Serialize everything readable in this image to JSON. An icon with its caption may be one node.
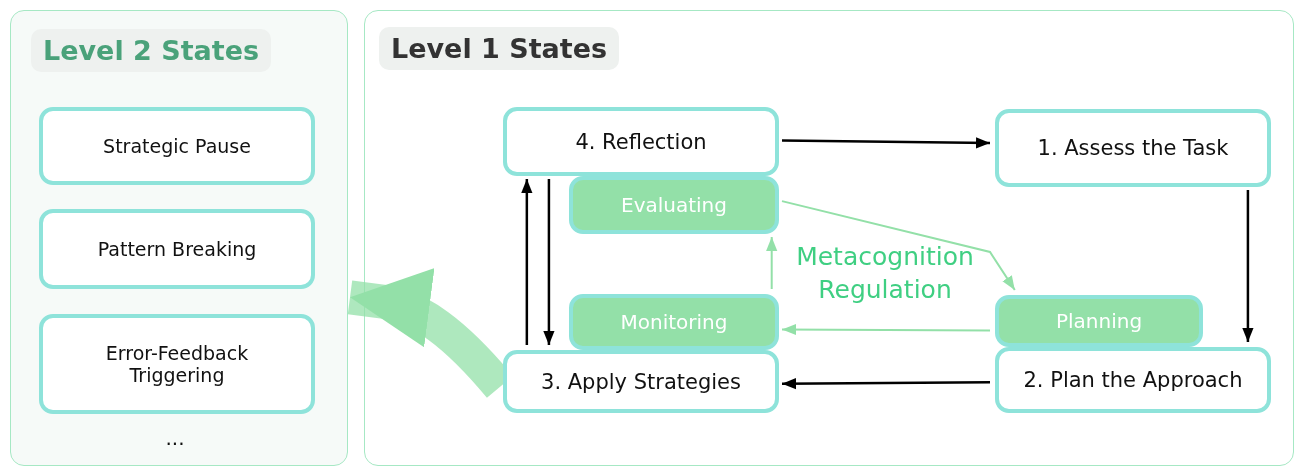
{
  "diagram": {
    "nodes": [
      {
        "text": [
          "Level 2 States"
        ]
      },
      {
        "text": [
          "Strategic Pause"
        ],
        "in": 0
      },
      {
        "text": [
          "Pattern Breaking"
        ],
        "in": 0
      },
      {
        "text": [
          "Error-Feedback Triggering"
        ],
        "in": 0
      },
      {
        "text": [
          "Level 1 States"
        ]
      },
      {
        "text": [
          "4. Reflection"
        ],
        "in": 4
      },
      {
        "text": [
          "Evaluating"
        ],
        "in": 4
      },
      {
        "text": [
          "1. Assess the Task"
        ],
        "in": 4
      },
      {
        "text": [
          "Planning"
        ],
        "in": 4
      },
      {
        "text": [
          "2. Plan the Approach"
        ],
        "in": 4
      },
      {
        "text": [
          "Monitoring"
        ],
        "in": 4
      },
      {
        "text": [
          "3. Apply Strategies"
        ],
        "in": 4
      }
    ],
    "edges": [
      {
        "from": 5,
        "to": 7,
        "arrow": "to"
      },
      {
        "from": 7,
        "to": 9,
        "arrow": "to"
      },
      {
        "from": 9,
        "to": 11,
        "arrow": "to"
      },
      {
        "from": 11,
        "to": 5,
        "arrow": "to"
      },
      {
        "from": 5,
        "to": 11,
        "arrow": "to"
      },
      {
        "from": 6,
        "to": 8,
        "arrow": "to",
        "color": "#93e0a8"
      },
      {
        "from": 8,
        "to": 10,
        "arrow": "to",
        "color": "#93e0a8"
      },
      {
        "from": 10,
        "to": 6,
        "arrow": "to",
        "color": "#93e0a8"
      },
      {
        "from": 11,
        "to": 0,
        "arrow": "to",
        "style": "thick",
        "color": "#93e0a8"
      }
    ],
    "labels": [
      "...",
      "Metacognition Regulation"
    ]
  }
}
